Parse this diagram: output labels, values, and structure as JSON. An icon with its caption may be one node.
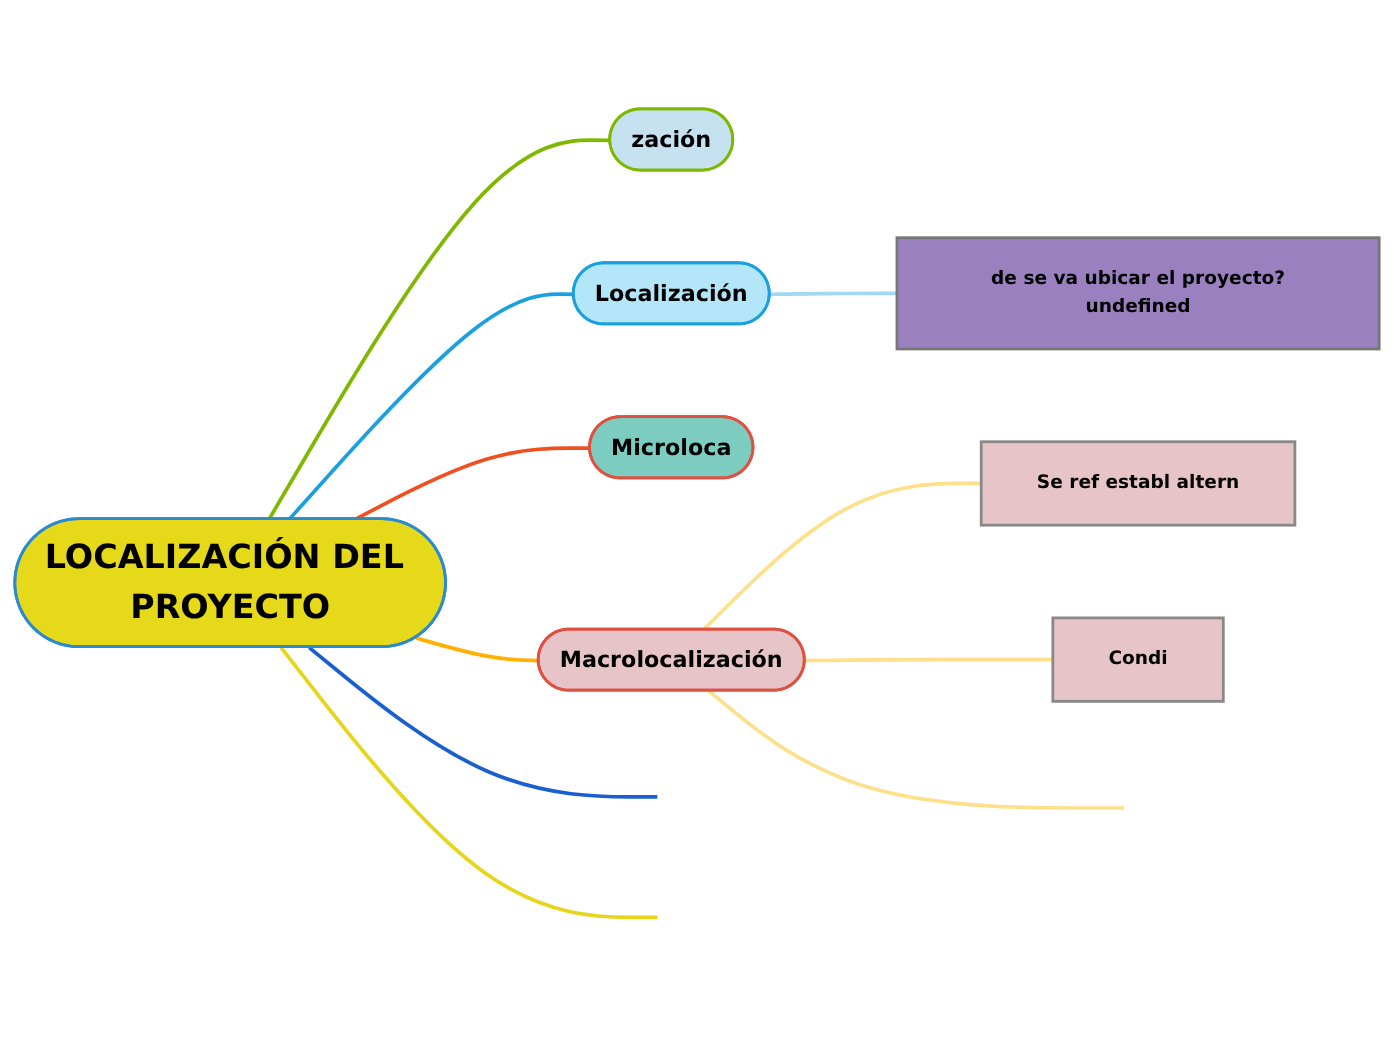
{
  "diagram": {
    "nodes": [
      {
        "text": [
          "LOCALIZACIÓN DEL PROYECTO"
        ]
      },
      {
        "text": [
          "zación"
        ]
      },
      {
        "text": [
          "Localización"
        ]
      },
      {
        "text": [
          "de se va ubicar el proyecto?undefined"
        ]
      },
      {
        "text": [
          "Microloca"
        ]
      },
      {
        "text": [
          "Macrolocalización"
        ]
      },
      {
        "text": [
          "Se ref establ altern"
        ]
      },
      {
        "text": [
          "Condi"
        ]
      }
    ],
    "edges": [
      {
        "from": 0,
        "to": null,
        "arrow": "none",
        "color": "#1a5fd0"
      },
      {
        "from": 0,
        "to": null,
        "arrow": "none",
        "color": "#e6d51a"
      },
      {
        "from": 0,
        "to": 1,
        "arrow": "none",
        "color": "#7fb800"
      },
      {
        "from": 0,
        "to": 2,
        "arrow": "none",
        "color": "#1aa0e0"
      },
      {
        "from": 2,
        "to": 3,
        "arrow": "none",
        "color": "#9fd8f0"
      },
      {
        "from": 0,
        "to": 4,
        "arrow": "none",
        "color": "#f05020"
      },
      {
        "from": 0,
        "to": 5,
        "arrow": "none",
        "color": "#ffb000"
      },
      {
        "from": 5,
        "to": 6,
        "arrow": "none",
        "color": "#ffe08a"
      },
      {
        "from": 5,
        "to": 7,
        "arrow": "none",
        "color": "#ffe08a"
      },
      {
        "from": 5,
        "to": null,
        "arrow": "none",
        "color": "#ffe08a"
      }
    ]
  }
}
